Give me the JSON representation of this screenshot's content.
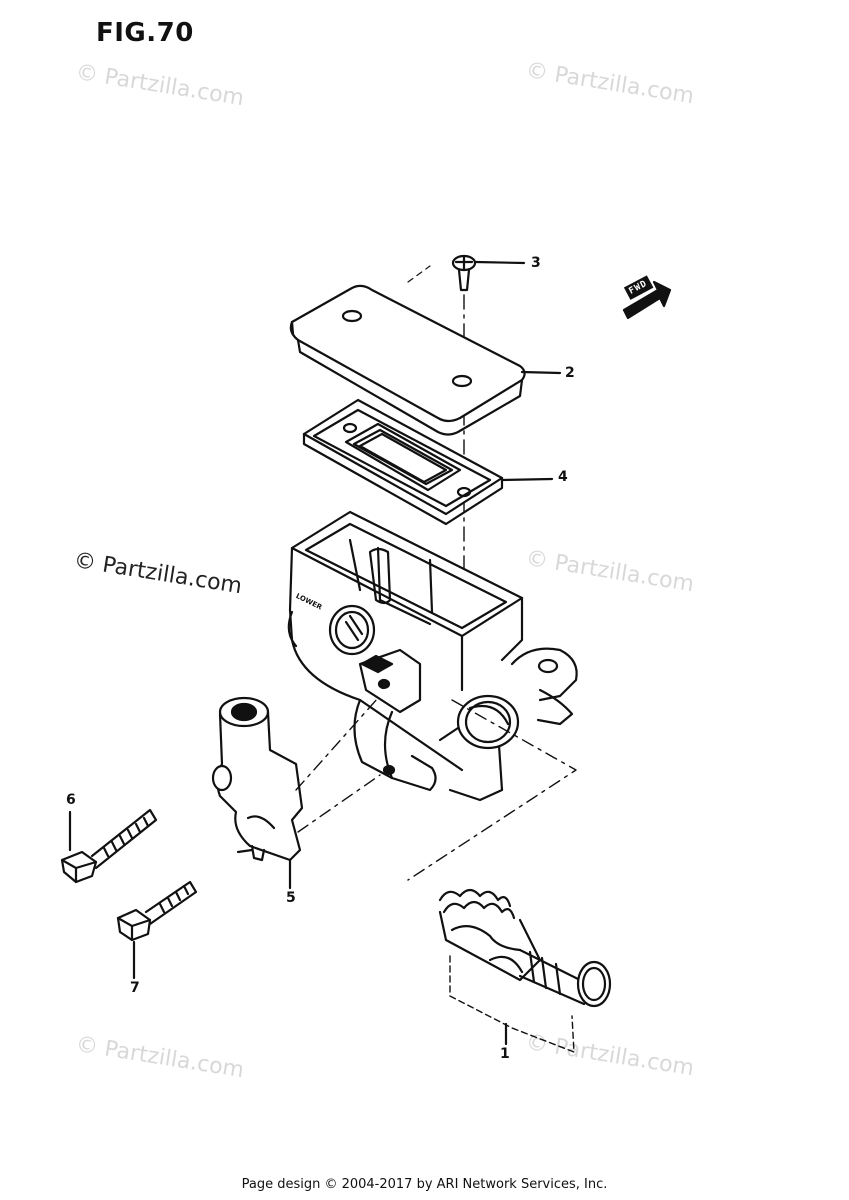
{
  "figure": {
    "title": "FIG.70"
  },
  "watermark": {
    "text": "© Partzilla.com"
  },
  "body_embossed_text": "LOWER",
  "direction_badge": {
    "label": "FWD"
  },
  "callouts": [
    {
      "label": "1",
      "part": "piston-spring-assembly"
    },
    {
      "label": "2",
      "part": "reservoir-cap"
    },
    {
      "label": "3",
      "part": "cap-screw"
    },
    {
      "label": "4",
      "part": "diaphragm-gasket"
    },
    {
      "label": "5",
      "part": "handlebar-clamp"
    },
    {
      "label": "6",
      "part": "long-bolt"
    },
    {
      "label": "7",
      "part": "short-bolt"
    }
  ],
  "footer": {
    "text": "Page design © 2004-2017 by ARI Network Services, Inc."
  }
}
